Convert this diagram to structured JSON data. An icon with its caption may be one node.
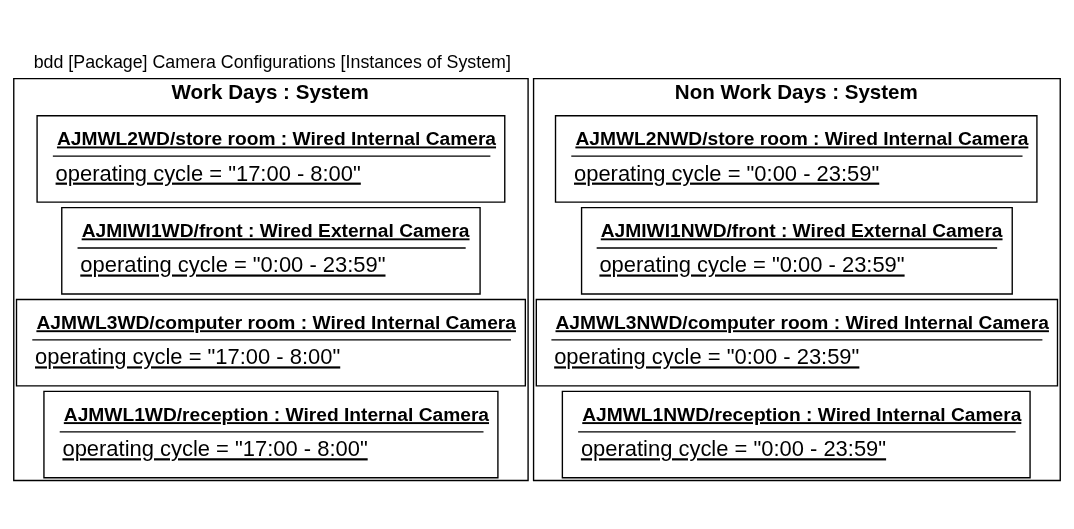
{
  "diagram": {
    "title": "bdd [Package] Camera Configurations [Instances of System]",
    "nodes": [
      {
        "text": [
          "Work Days : System"
        ]
      },
      {
        "text": [
          "AJMWL2WD/store room : Wired Internal Camera",
          "operating cycle = \"17:00 - 8:00\""
        ],
        "in": 0
      },
      {
        "text": [
          "AJMIWI1WD/front : Wired External Camera",
          "operating cycle = \"0:00 - 23:59\""
        ],
        "in": 0
      },
      {
        "text": [
          "AJMWL3WD/computer room : Wired Internal Camera",
          "operating cycle = \"17:00 - 8:00\""
        ],
        "in": 0
      },
      {
        "text": [
          "AJMWL1WD/reception : Wired Internal Camera",
          "operating cycle = \"17:00 - 8:00\""
        ],
        "in": 0
      },
      {
        "text": [
          "Non Work Days : System"
        ]
      },
      {
        "text": [
          "AJMWL2NWD/store room : Wired Internal Camera",
          "operating cycle = \"0:00 - 23:59\""
        ],
        "in": 5
      },
      {
        "text": [
          "AJMIWI1NWD/front : Wired External Camera",
          "operating cycle = \"0:00 - 23:59\""
        ],
        "in": 5
      },
      {
        "text": [
          "AJMWL3NWD/computer room : Wired Internal Camera",
          "operating cycle = \"0:00 - 23:59\""
        ],
        "in": 5
      },
      {
        "text": [
          "AJMWL1NWD/reception : Wired Internal Camera",
          "operating cycle = \"0:00 - 23:59\""
        ],
        "in": 5
      }
    ],
    "edges": []
  }
}
